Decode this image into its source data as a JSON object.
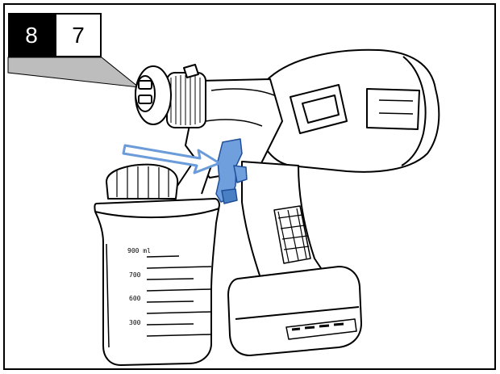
{
  "step": {
    "number": "8",
    "sub_number": "7"
  },
  "jar": {
    "scale_labels": [
      "900 ml",
      "700",
      "600",
      "300"
    ]
  },
  "colors": {
    "line": "#000000",
    "trigger_highlight": "#4a7fc4",
    "arrow": "#6b9bd8",
    "callout": "#bdbdbd"
  }
}
